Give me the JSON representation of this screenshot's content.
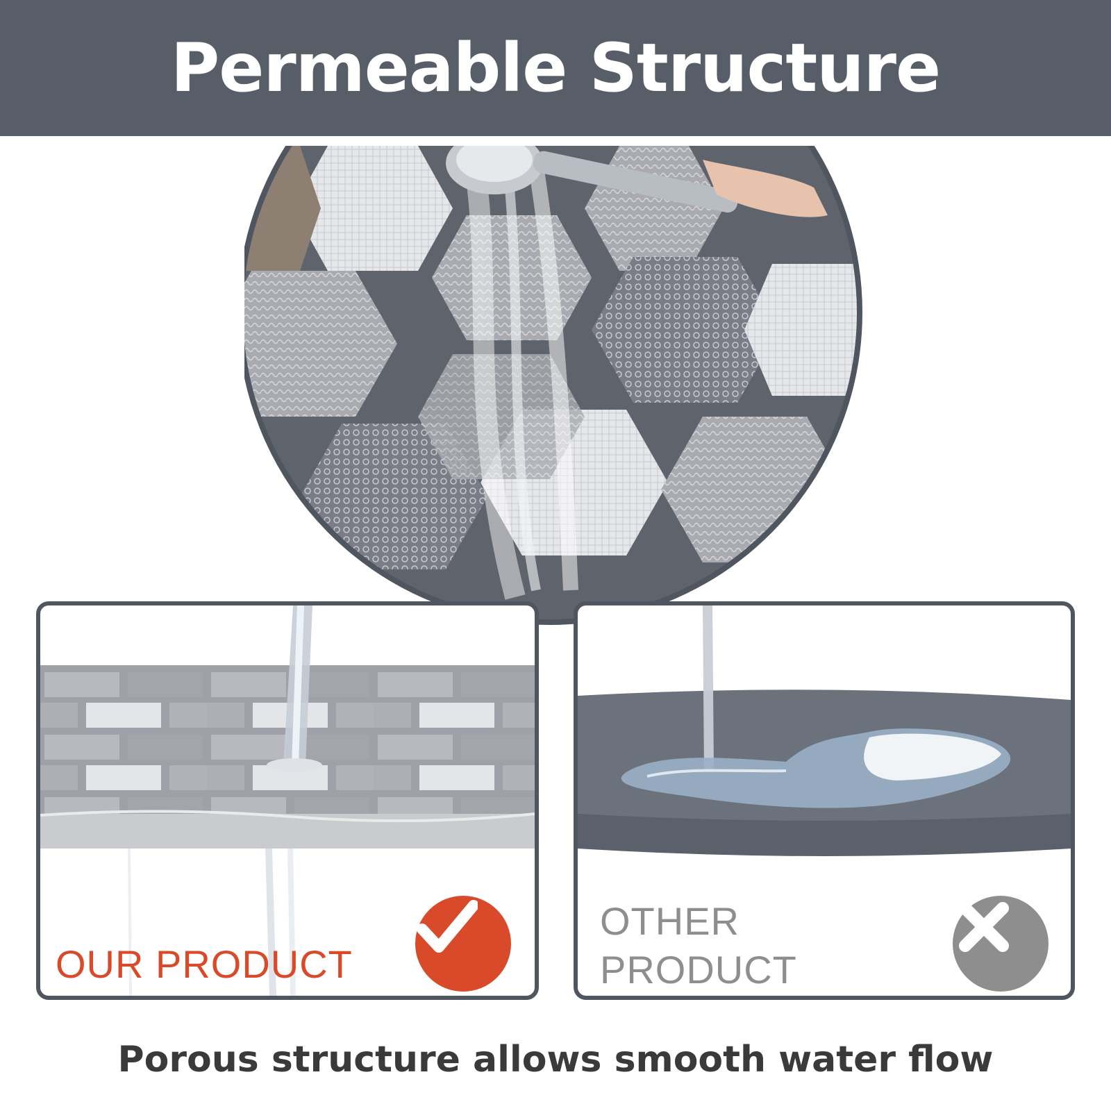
{
  "header": {
    "title": "Permeable Structure"
  },
  "left_panel": {
    "label": "OUR PRODUCT",
    "badge_icon": "checkmark-icon",
    "accent": "#d84a2a"
  },
  "right_panel": {
    "label_line1": "OTHER",
    "label_line2": "PRODUCT",
    "badge_icon": "cross-icon",
    "accent": "#8e8e8e"
  },
  "caption": "Porous structure allows smooth water flow",
  "colors": {
    "header_bg": "#575e68",
    "panel_border": "#4f5660"
  }
}
